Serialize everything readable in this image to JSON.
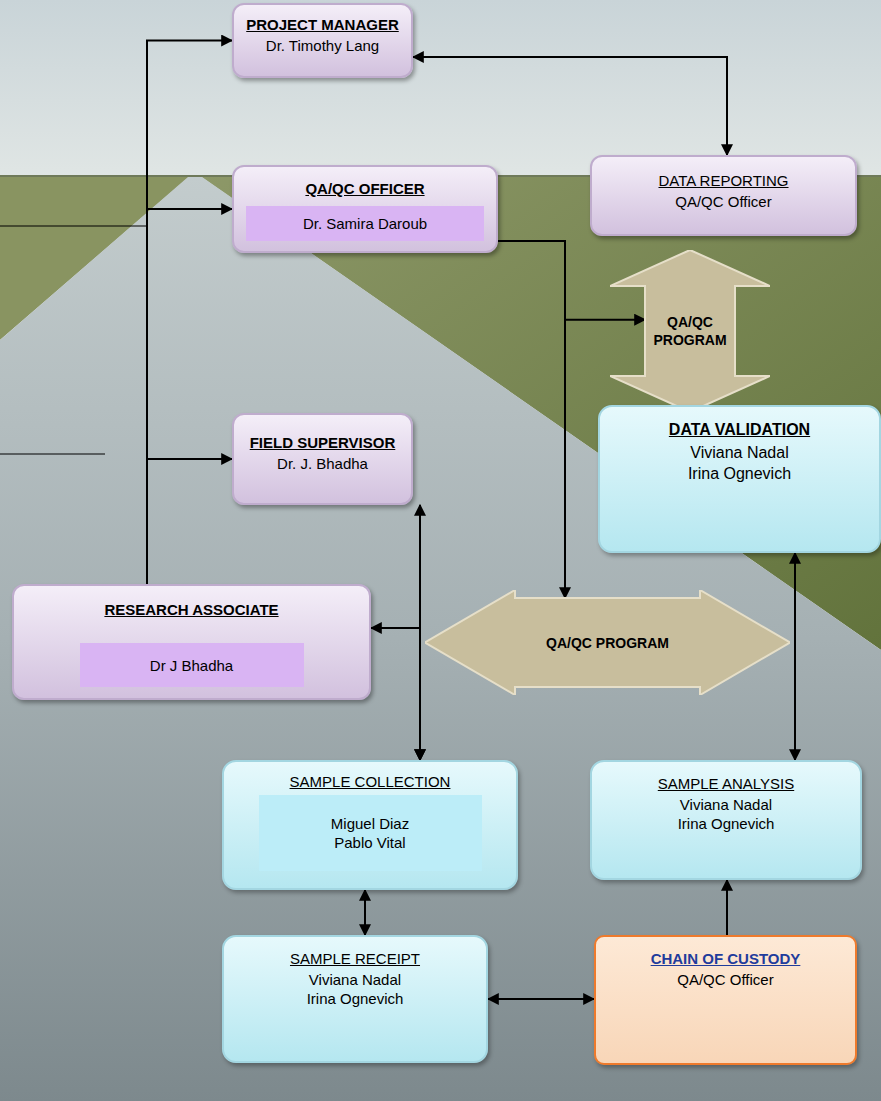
{
  "diagram": {
    "nodes": [
      {
        "text": [
          "PROJECT MANAGER",
          "Dr. Timothy Lang"
        ]
      },
      {
        "text": [
          "QA/QC OFFICER"
        ]
      },
      {
        "text": [
          "Dr. Samira Daroub"
        ],
        "in": 1
      },
      {
        "text": [
          "DATA REPORTING",
          "QA/QC Officer"
        ]
      },
      {
        "text": [
          "QA/QC PROGRAM"
        ]
      },
      {
        "text": [
          "FIELD SUPERVISOR",
          "Dr. J. Bhadha"
        ]
      },
      {
        "text": [
          "DATA VALIDATION",
          "Viviana Nadal",
          "Irina Ognevich"
        ]
      },
      {
        "text": [
          "RESEARCH ASSOCIATE"
        ]
      },
      {
        "text": [
          "Dr J Bhadha"
        ],
        "in": 7
      },
      {
        "text": [
          "QA/QC PROGRAM"
        ]
      },
      {
        "text": [
          "SAMPLE COLLECTION"
        ]
      },
      {
        "text": [
          "Miguel Diaz",
          "Pablo Vital"
        ],
        "in": 10
      },
      {
        "text": [
          "SAMPLE ANALYSIS",
          "Viviana Nadal",
          "Irina Ognevich"
        ]
      },
      {
        "text": [
          "SAMPLE RECEIPT",
          "Viviana Nadal",
          "Irina Ognevich"
        ]
      },
      {
        "text": [
          "CHAIN OF CUSTODY",
          "QA/QC Officer"
        ]
      }
    ],
    "edges": [
      {
        "from": 7,
        "to": 0,
        "arrow": "to"
      },
      {
        "from": 7,
        "to": 1,
        "arrow": "to"
      },
      {
        "from": 7,
        "to": 5,
        "arrow": "to"
      },
      {
        "from": 0,
        "to": 3,
        "arrow": "both"
      },
      {
        "from": 1,
        "to": 4,
        "arrow": "to"
      },
      {
        "from": 1,
        "to": 9,
        "arrow": "to"
      },
      {
        "from": 5,
        "to": 10,
        "arrow": "both"
      },
      {
        "from": 7,
        "to": 10,
        "arrow": "both"
      },
      {
        "from": 6,
        "to": 12,
        "arrow": "both"
      },
      {
        "from": 10,
        "to": 13,
        "arrow": "both"
      },
      {
        "from": 13,
        "to": 14,
        "arrow": "both"
      },
      {
        "from": 14,
        "to": 12,
        "arrow": "to"
      }
    ]
  }
}
